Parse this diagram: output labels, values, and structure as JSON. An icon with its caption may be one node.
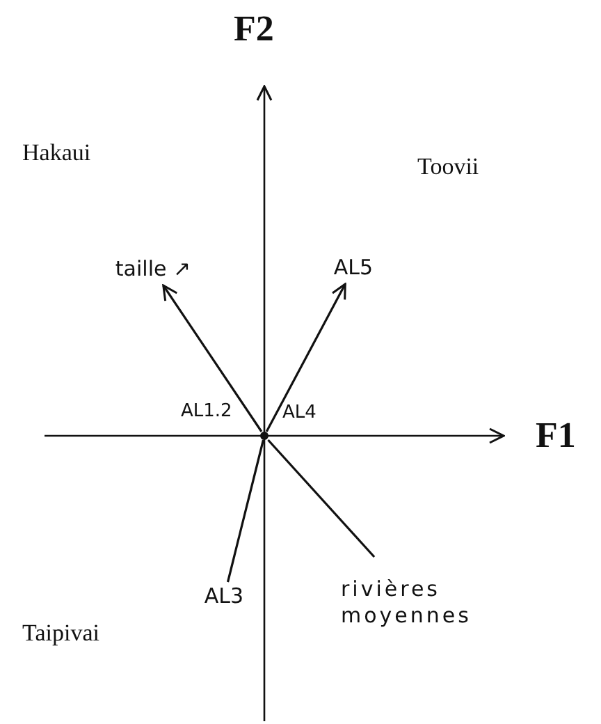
{
  "diagram": {
    "nodes": [
      {
        "text": [],
        "shape": "circle"
      },
      {
        "text": [
          "taille ↗"
        ]
      },
      {
        "text": [
          "AL5"
        ]
      },
      {
        "text": [
          "AL3"
        ]
      },
      {
        "text": [
          "rivières moyennes"
        ]
      }
    ],
    "edges": [
      {
        "from": 0,
        "to": 1,
        "arrow": "to"
      },
      {
        "from": 0,
        "to": 2,
        "arrow": "to"
      },
      {
        "from": 0,
        "to": 3,
        "arrow": "none"
      },
      {
        "from": 0,
        "to": 4,
        "arrow": "none"
      }
    ],
    "labels": [
      "F2",
      "Hakaui",
      "Toovii",
      "AL1.2",
      "AL4",
      "F1",
      "Taipivai"
    ]
  }
}
